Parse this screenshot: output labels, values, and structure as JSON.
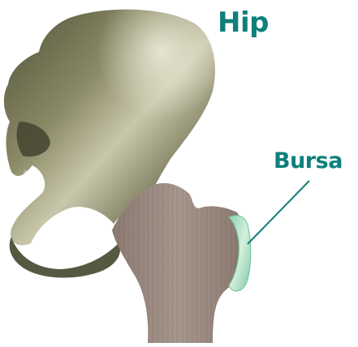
{
  "diagram": {
    "title": "Hip",
    "labels": [
      {
        "id": "bursa",
        "text": "Bursa"
      }
    ],
    "colors": {
      "label": "#0e7f7a",
      "leader_line": "#137d79",
      "pelvis_bone": "#6e6d4f",
      "femur_bone": "#9c8b82",
      "bursa_tissue": "#b3e3c8"
    }
  }
}
